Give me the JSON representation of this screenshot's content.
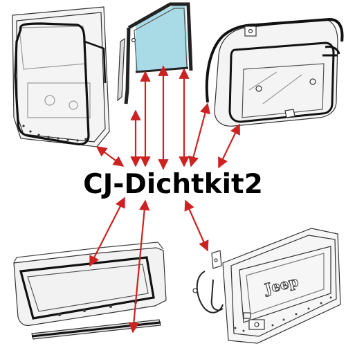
{
  "title": "CJ-Dichtkit2",
  "emblem_text": "Jeep",
  "colors": {
    "arrow": "#cc2222",
    "outline": "#333333",
    "seal": "#111111",
    "glass": "#a9dbe6",
    "panel_fill": "#f2f2f2",
    "background": "#ffffff"
  },
  "parts": [
    "door-seal-top-left",
    "door-window-frame-top-center",
    "rear-window-frame-top-right",
    "windshield-frame-bottom-left",
    "tailgate-bottom-right"
  ]
}
